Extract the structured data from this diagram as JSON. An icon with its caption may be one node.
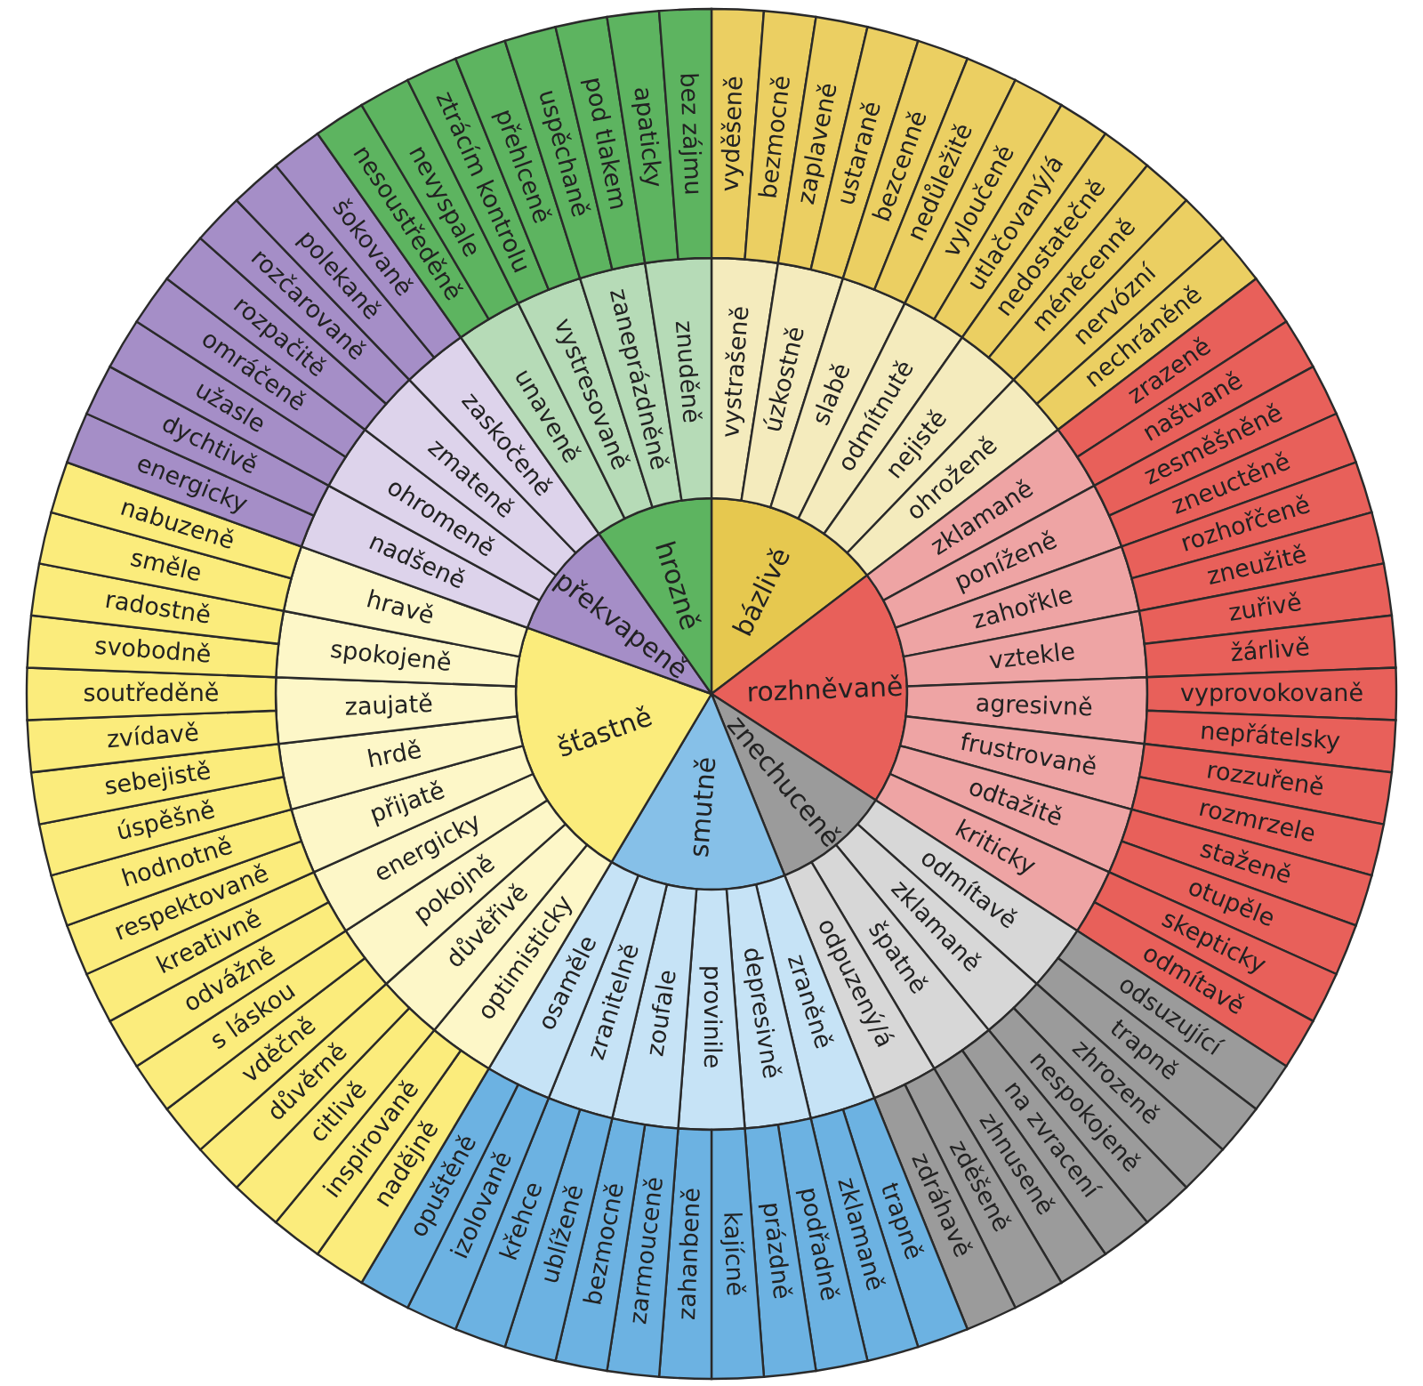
{
  "diagram": {
    "nodes": [
      {
        "text": [
          "bázlivě"
        ]
      },
      {
        "text": [
          "vystrašeně"
        ]
      },
      {
        "text": [
          "úzkostně"
        ]
      },
      {
        "text": [
          "slabě"
        ]
      },
      {
        "text": [
          "odmítnutě"
        ]
      },
      {
        "text": [
          "nejistě"
        ]
      },
      {
        "text": [
          "ohroženě"
        ]
      },
      {
        "text": [
          "vyděšeně"
        ]
      },
      {
        "text": [
          "bezmocně"
        ]
      },
      {
        "text": [
          "zaplaveně"
        ]
      },
      {
        "text": [
          "ustaraně"
        ]
      },
      {
        "text": [
          "bezcenně"
        ]
      },
      {
        "text": [
          "nedůležitě"
        ]
      },
      {
        "text": [
          "vyloučeně"
        ]
      },
      {
        "text": [
          "utlačovaný/á"
        ]
      },
      {
        "text": [
          "nedostatečně"
        ]
      },
      {
        "text": [
          "méněcenně"
        ]
      },
      {
        "text": [
          "nervózní"
        ]
      },
      {
        "text": [
          "nechráněně"
        ]
      },
      {
        "text": [
          "rozhněvaně"
        ]
      },
      {
        "text": [
          "zklamaně"
        ]
      },
      {
        "text": [
          "poníženě"
        ]
      },
      {
        "text": [
          "zahořkle"
        ]
      },
      {
        "text": [
          "vztekle"
        ]
      },
      {
        "text": [
          "agresivně"
        ]
      },
      {
        "text": [
          "frustrovaně"
        ]
      },
      {
        "text": [
          "odtažitě"
        ]
      },
      {
        "text": [
          "kriticky"
        ]
      },
      {
        "text": [
          "zrazeně"
        ]
      },
      {
        "text": [
          "naštvaně"
        ]
      },
      {
        "text": [
          "zesměšněně"
        ]
      },
      {
        "text": [
          "zneuctěně"
        ]
      },
      {
        "text": [
          "rozhořčeně"
        ]
      },
      {
        "text": [
          "zneužitě"
        ]
      },
      {
        "text": [
          "zuřivě"
        ]
      },
      {
        "text": [
          "žárlivě"
        ]
      },
      {
        "text": [
          "vyprovokovaně"
        ]
      },
      {
        "text": [
          "nepřátelsky"
        ]
      },
      {
        "text": [
          "rozzuřeně"
        ]
      },
      {
        "text": [
          "rozmrzele"
        ]
      },
      {
        "text": [
          "staženě"
        ]
      },
      {
        "text": [
          "otupěle"
        ]
      },
      {
        "text": [
          "skepticky"
        ]
      },
      {
        "text": [
          "odmítavě"
        ]
      },
      {
        "text": [
          "znechuceně"
        ]
      },
      {
        "text": [
          "odmítavě"
        ]
      },
      {
        "text": [
          "zklamaně"
        ]
      },
      {
        "text": [
          "špatně"
        ]
      },
      {
        "text": [
          "odpuzený/á"
        ]
      },
      {
        "text": [
          "odsuzující"
        ]
      },
      {
        "text": [
          "trapně"
        ]
      },
      {
        "text": [
          "zhrozeně"
        ]
      },
      {
        "text": [
          "nespokojeně"
        ]
      },
      {
        "text": [
          "na zvracení"
        ]
      },
      {
        "text": [
          "zhnuseně"
        ]
      },
      {
        "text": [
          "zděšeně"
        ]
      },
      {
        "text": [
          "zdráhavě"
        ]
      },
      {
        "text": [
          "smutně"
        ]
      },
      {
        "text": [
          "zraněně"
        ]
      },
      {
        "text": [
          "depresivně"
        ]
      },
      {
        "text": [
          "provinile"
        ]
      },
      {
        "text": [
          "zoufale"
        ]
      },
      {
        "text": [
          "zranitelně"
        ]
      },
      {
        "text": [
          "osaměle"
        ]
      },
      {
        "text": [
          "trapně"
        ]
      },
      {
        "text": [
          "zklamaně"
        ]
      },
      {
        "text": [
          "podřadně"
        ]
      },
      {
        "text": [
          "prázdně"
        ]
      },
      {
        "text": [
          "kajícně"
        ]
      },
      {
        "text": [
          "zahanbeně"
        ]
      },
      {
        "text": [
          "zarmouceně"
        ]
      },
      {
        "text": [
          "bezmocně"
        ]
      },
      {
        "text": [
          "ublíženě"
        ]
      },
      {
        "text": [
          "křehce"
        ]
      },
      {
        "text": [
          "izolovaně"
        ]
      },
      {
        "text": [
          "opuštěně"
        ]
      },
      {
        "text": [
          "šťastně"
        ]
      },
      {
        "text": [
          "optimisticky"
        ]
      },
      {
        "text": [
          "důvěřivě"
        ]
      },
      {
        "text": [
          "pokojně"
        ]
      },
      {
        "text": [
          "energicky"
        ]
      },
      {
        "text": [
          "přijatě"
        ]
      },
      {
        "text": [
          "hrdě"
        ]
      },
      {
        "text": [
          "zaujatě"
        ]
      },
      {
        "text": [
          "spokojeně"
        ]
      },
      {
        "text": [
          "hravě"
        ]
      },
      {
        "text": [
          "nadějně"
        ]
      },
      {
        "text": [
          "inspirovaně"
        ]
      },
      {
        "text": [
          "citlivě"
        ]
      },
      {
        "text": [
          "důvěrně"
        ]
      },
      {
        "text": [
          "vděčně"
        ]
      },
      {
        "text": [
          "s láskou"
        ]
      },
      {
        "text": [
          "odvážně"
        ]
      },
      {
        "text": [
          "kreativně"
        ]
      },
      {
        "text": [
          "respektovaně"
        ]
      },
      {
        "text": [
          "hodnotně"
        ]
      },
      {
        "text": [
          "úspěšně"
        ]
      },
      {
        "text": [
          "sebejistě"
        ]
      },
      {
        "text": [
          "zvídavě"
        ]
      },
      {
        "text": [
          "soutředěně"
        ]
      },
      {
        "text": [
          "svobodně"
        ]
      },
      {
        "text": [
          "radostně"
        ]
      },
      {
        "text": [
          "směle"
        ]
      },
      {
        "text": [
          "nabuzeně"
        ]
      },
      {
        "text": [
          "překvapeně"
        ]
      },
      {
        "text": [
          "nadšeně"
        ]
      },
      {
        "text": [
          "ohromeně"
        ]
      },
      {
        "text": [
          "zmateně"
        ]
      },
      {
        "text": [
          "zaskočeně"
        ]
      },
      {
        "text": [
          "energicky"
        ]
      },
      {
        "text": [
          "dychtivě"
        ]
      },
      {
        "text": [
          "užasle"
        ]
      },
      {
        "text": [
          "omráčeně"
        ]
      },
      {
        "text": [
          "rozpačitě"
        ]
      },
      {
        "text": [
          "rozčarovaně"
        ]
      },
      {
        "text": [
          "polekaně"
        ]
      },
      {
        "text": [
          "šokovaně"
        ]
      },
      {
        "text": [
          "hrozně"
        ]
      },
      {
        "text": [
          "unaveně"
        ]
      },
      {
        "text": [
          "vystresovaně"
        ]
      },
      {
        "text": [
          "zaneprázdněně"
        ]
      },
      {
        "text": [
          "znuděně"
        ]
      },
      {
        "text": [
          "nesoustředěně"
        ]
      },
      {
        "text": [
          "nevyspale"
        ]
      },
      {
        "text": [
          "ztrácím kontrolu"
        ]
      },
      {
        "text": [
          "přehlceně"
        ]
      },
      {
        "text": [
          "uspěchaně"
        ]
      },
      {
        "text": [
          "pod tlakem"
        ]
      },
      {
        "text": [
          "apaticky"
        ]
      },
      {
        "text": [
          "bez zájmu"
        ]
      }
    ]
  }
}
